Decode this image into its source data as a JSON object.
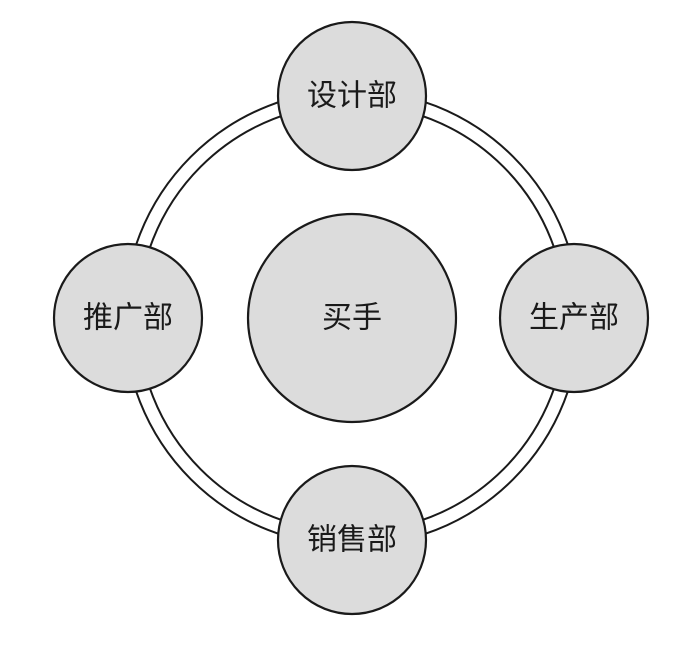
{
  "diagram": {
    "center": {
      "label": "买手"
    },
    "nodes": [
      {
        "id": "top",
        "label": "设计部"
      },
      {
        "id": "right",
        "label": "生产部"
      },
      {
        "id": "bottom",
        "label": "销售部"
      },
      {
        "id": "left",
        "label": "推广部"
      }
    ],
    "colors": {
      "node_fill": "#dcdcdc",
      "stroke": "#1a1a1a",
      "background": "#ffffff"
    }
  }
}
